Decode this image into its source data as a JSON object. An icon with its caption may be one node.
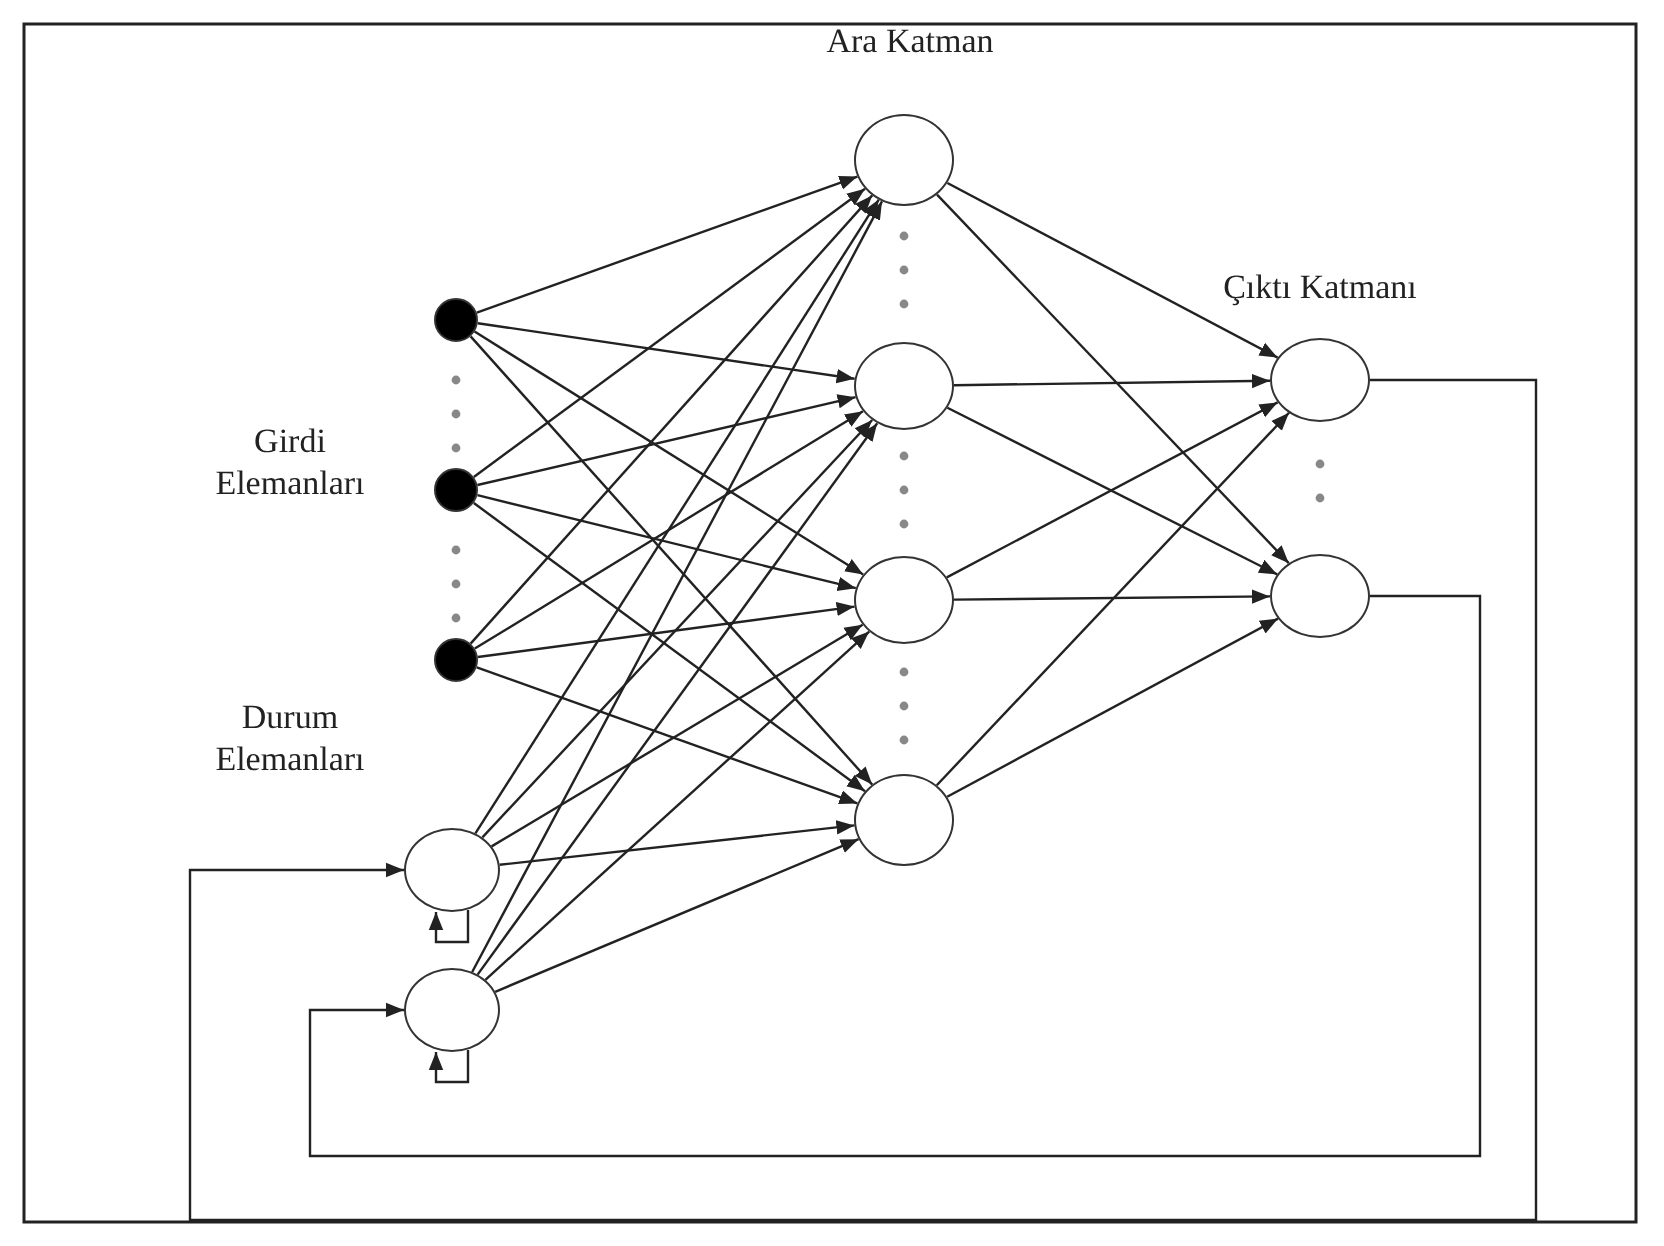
{
  "diagram": {
    "nodes": [
      {
        "text": [],
        "shape": "circle"
      },
      {
        "text": [],
        "shape": "circle"
      },
      {
        "text": [],
        "shape": "circle"
      },
      {
        "text": [],
        "shape": "circle"
      },
      {
        "text": [],
        "shape": "circle"
      },
      {
        "text": [],
        "shape": "circle"
      },
      {
        "text": [],
        "shape": "circle"
      },
      {
        "text": [],
        "shape": "circle"
      },
      {
        "text": [],
        "shape": "circle"
      },
      {
        "text": [],
        "shape": "circle"
      },
      {
        "text": [],
        "shape": "circle"
      }
    ],
    "edges": [
      {
        "from": 0,
        "to": 5,
        "arrow": "to"
      },
      {
        "from": 0,
        "to": 6,
        "arrow": "to"
      },
      {
        "from": 0,
        "to": 7,
        "arrow": "to"
      },
      {
        "from": 0,
        "to": 8,
        "arrow": "to"
      },
      {
        "from": 1,
        "to": 5,
        "arrow": "to"
      },
      {
        "from": 1,
        "to": 6,
        "arrow": "to"
      },
      {
        "from": 1,
        "to": 7,
        "arrow": "to"
      },
      {
        "from": 1,
        "to": 8,
        "arrow": "to"
      },
      {
        "from": 2,
        "to": 5,
        "arrow": "to"
      },
      {
        "from": 2,
        "to": 6,
        "arrow": "to"
      },
      {
        "from": 2,
        "to": 7,
        "arrow": "to"
      },
      {
        "from": 2,
        "to": 8,
        "arrow": "to"
      },
      {
        "from": 3,
        "to": 5,
        "arrow": "to"
      },
      {
        "from": 3,
        "to": 6,
        "arrow": "to"
      },
      {
        "from": 3,
        "to": 7,
        "arrow": "to"
      },
      {
        "from": 3,
        "to": 8,
        "arrow": "to"
      },
      {
        "from": 4,
        "to": 5,
        "arrow": "to"
      },
      {
        "from": 4,
        "to": 6,
        "arrow": "to"
      },
      {
        "from": 4,
        "to": 7,
        "arrow": "to"
      },
      {
        "from": 4,
        "to": 8,
        "arrow": "to"
      },
      {
        "from": 5,
        "to": 9,
        "arrow": "to"
      },
      {
        "from": 5,
        "to": 10,
        "arrow": "to"
      },
      {
        "from": 6,
        "to": 9,
        "arrow": "to"
      },
      {
        "from": 6,
        "to": 10,
        "arrow": "to"
      },
      {
        "from": 7,
        "to": 9,
        "arrow": "to"
      },
      {
        "from": 7,
        "to": 10,
        "arrow": "to"
      },
      {
        "from": 8,
        "to": 9,
        "arrow": "to"
      },
      {
        "from": 8,
        "to": 10,
        "arrow": "to"
      },
      {
        "from": 9,
        "to": 3,
        "arrow": "to"
      },
      {
        "from": 10,
        "to": 4,
        "arrow": "to"
      },
      {
        "from": 3,
        "to": 3,
        "arrow": "to"
      },
      {
        "from": 4,
        "to": 4,
        "arrow": "to"
      }
    ],
    "labels": [
      "Ara Katman",
      "Çıktı Katmanı",
      "Girdi Elemanları",
      "Durum Elemanları"
    ]
  }
}
